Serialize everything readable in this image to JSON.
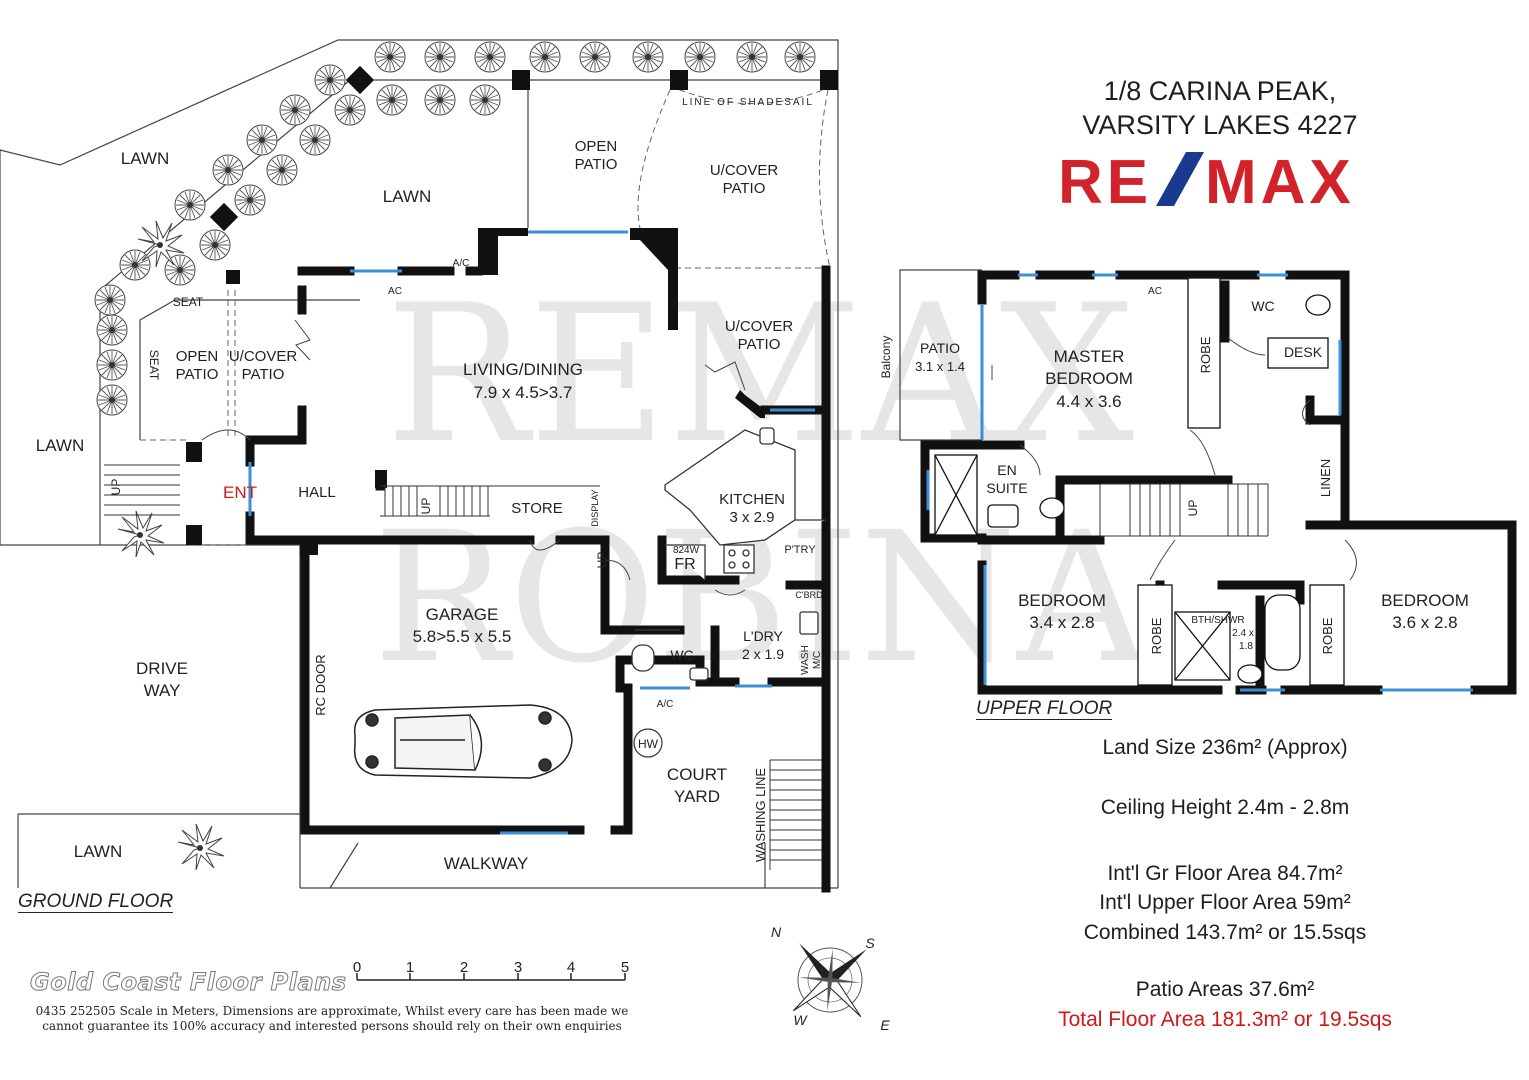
{
  "address": {
    "line1": "1/8 CARINA PEAK,",
    "line2": "VARSITY LAKES 4227"
  },
  "brand_logo": {
    "text": "RE/MAX",
    "colors": {
      "red": "#d2232a",
      "blue": "#1a3a8f"
    }
  },
  "watermark": {
    "line1": "REMAX",
    "line2": "ROBINA"
  },
  "ground_floor": {
    "label": "GROUND FLOOR",
    "rooms": {
      "lawn_left": "LAWN",
      "lawn_mid": "LAWN",
      "lawn_side": "LAWN",
      "lawn_bottom": "LAWN",
      "open_patio_top": [
        "OPEN",
        "PATIO"
      ],
      "ucover_patio_top": [
        "U/COVER",
        "PATIO"
      ],
      "shadesail": "LINE OF SHADESAIL",
      "seat_top": "SEAT",
      "seat_side": "SEAT",
      "open_patio_left": [
        "OPEN",
        "PATIO"
      ],
      "ucover_patio_left": [
        "U/COVER",
        "PATIO"
      ],
      "living_dining": {
        "name": "LIVING/DINING",
        "size": "7.9 x 4.5>3.7"
      },
      "ucover_patio_right": [
        "U/COVER",
        "PATIO"
      ],
      "ac_1": "A/C",
      "ac_2": "AC",
      "ac_3": "A/C",
      "entry": "ENT",
      "hall": "HALL",
      "store": "STORE",
      "display": "DISPLAY",
      "up_1": "UP",
      "up_2": "UP",
      "up_3": "UP",
      "kitchen": {
        "name": "KITCHEN",
        "size": "3 x 2.9"
      },
      "fridge_width": "824W",
      "fridge": "FR",
      "pantry": "P'TRY",
      "cupboard": "C'BRD",
      "garage": {
        "name": "GARAGE",
        "size": "5.8>5.5 x 5.5"
      },
      "rc_door": "RC DOOR",
      "driveway": [
        "DRIVE",
        "WAY"
      ],
      "wc": "WC",
      "laundry": {
        "name": "L'DRY",
        "size": "2 x 1.9"
      },
      "wash_mc": [
        "WASH",
        "M/C"
      ],
      "hot_water": "HW",
      "court_yard": [
        "COURT",
        "YARD"
      ],
      "washing_line": "WASHING LINE",
      "walkway": "WALKWAY"
    }
  },
  "upper_floor": {
    "label": "UPPER FLOOR",
    "rooms": {
      "balcony": "Balcony",
      "patio": {
        "name": "PATIO",
        "size": "3.1 x 1.4"
      },
      "ac": "AC",
      "master": {
        "name": [
          "MASTER",
          "BEDROOM"
        ],
        "size": "4.4 x 3.6"
      },
      "robe_1": "ROBE",
      "robe_2": "ROBE",
      "robe_3": "ROBE",
      "wc": "WC",
      "desk": "DESK",
      "linen": "LINEN",
      "ensuite": [
        "EN",
        "SUITE"
      ],
      "up": "UP",
      "bedroom_left": {
        "name": "BEDROOM",
        "size": "3.4 x 2.8"
      },
      "bedroom_right": {
        "name": "BEDROOM",
        "size": "3.6 x 2.8"
      },
      "bath": {
        "name": "BTH/SHWR",
        "size_1": "2.4 x",
        "size_2": "1.8"
      }
    }
  },
  "stats": {
    "land_size": "Land Size 236m² (Approx)",
    "ceiling": "Ceiling Height 2.4m - 2.8m",
    "ground_area": "Int'l Gr Floor Area 84.7m²",
    "upper_area": "Int'l Upper Floor Area 59m²",
    "combined": "Combined 143.7m² or 15.5sqs",
    "patio": "Patio Areas 37.6m²",
    "total": "Total Floor Area 181.3m² or 19.5sqs"
  },
  "scale": {
    "ticks": [
      "0",
      "1",
      "2",
      "3",
      "4",
      "5"
    ]
  },
  "compass": {
    "n": "N",
    "s": "S",
    "e": "E",
    "w": "W"
  },
  "footer": {
    "brand": "Gold Coast Floor Plans",
    "note_line1": "0435 252505 Scale in Meters, Dimensions are approximate, Whilst every care has been made we",
    "note_line2": "cannot guarantee its 100% accuracy and interested persons should rely on their own enquiries"
  }
}
